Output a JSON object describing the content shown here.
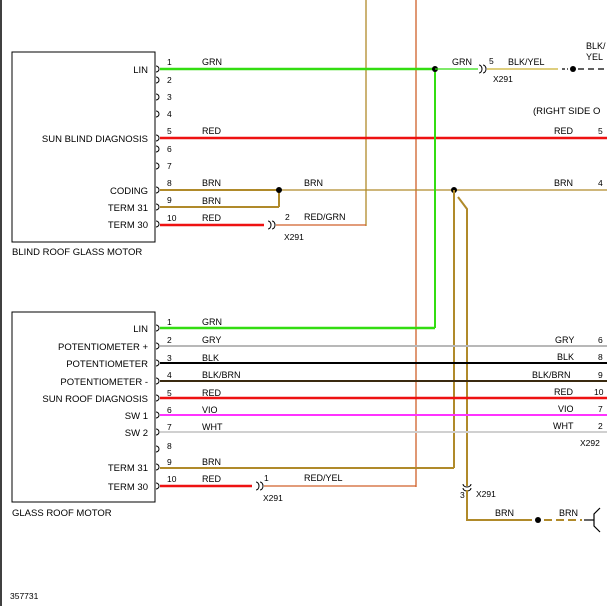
{
  "colors": {
    "GRN": "#33dd11",
    "RED": "#ee1111",
    "BRN": "#b08a2a",
    "GRY": "#b8b8b8",
    "BLK": "#000000",
    "BLKBRN": "#3a2a10",
    "VIO": "#ff33ff",
    "WHT": "#d0d0d0",
    "REDORG": "#d0602a",
    "BLKYEL": "#c9b030"
  },
  "figure_id": "357731",
  "blind_motor": {
    "title": "BLIND ROOF GLASS MOTOR",
    "pins": [
      {
        "num": "1",
        "label": "LIN",
        "wire": "GRN"
      },
      {
        "num": "2",
        "label": "",
        "wire": ""
      },
      {
        "num": "3",
        "label": "",
        "wire": ""
      },
      {
        "num": "4",
        "label": "",
        "wire": ""
      },
      {
        "num": "5",
        "label": "SUN BLIND DIAGNOSIS",
        "wire": "RED"
      },
      {
        "num": "6",
        "label": "",
        "wire": ""
      },
      {
        "num": "7",
        "label": "",
        "wire": ""
      },
      {
        "num": "8",
        "label": "CODING",
        "wire": "BRN"
      },
      {
        "num": "9",
        "label": "TERM 31",
        "wire": "BRN"
      },
      {
        "num": "10",
        "label": "TERM 30",
        "wire": "RED"
      }
    ]
  },
  "glass_motor": {
    "title": "GLASS ROOF MOTOR",
    "pins": [
      {
        "num": "1",
        "label": "LIN",
        "wire": "GRN"
      },
      {
        "num": "2",
        "label": "POTENTIOMETER +",
        "wire": "GRY"
      },
      {
        "num": "3",
        "label": "POTENTIOMETER",
        "wire": "BLK"
      },
      {
        "num": "4",
        "label": "POTENTIOMETER -",
        "wire": "BLK/BRN"
      },
      {
        "num": "5",
        "label": "SUN ROOF DIAGNOSIS",
        "wire": "RED"
      },
      {
        "num": "6",
        "label": "SW 1",
        "wire": "VIO"
      },
      {
        "num": "7",
        "label": "SW 2",
        "wire": "WHT"
      },
      {
        "num": "8",
        "label": "",
        "wire": ""
      },
      {
        "num": "9",
        "label": "TERM 31",
        "wire": "BRN"
      },
      {
        "num": "10",
        "label": "TERM 30",
        "wire": "RED"
      }
    ]
  },
  "right_top": {
    "grn_wire": "GRN",
    "grn_pin": "5",
    "connector_a": "X291",
    "blkyel_wire": "BLK/YEL",
    "blk_fragment": "BLK/",
    "yel_fragment": "YEL",
    "side_note": "(RIGHT SIDE O",
    "red_wire": "RED",
    "red_pin": "5",
    "brn_mid_wire": "BRN",
    "brn_wire": "BRN",
    "brn_pin": "4"
  },
  "blind_extras": {
    "brn_join": "BRN",
    "term30_pin": "2",
    "term30_wire": "RED/GRN",
    "term30_conn": "X291"
  },
  "glass_right": {
    "wires": [
      {
        "name": "GRY",
        "pin": "6"
      },
      {
        "name": "BLK",
        "pin": "8"
      },
      {
        "name": "BLK/BRN",
        "pin": "9"
      },
      {
        "name": "RED",
        "pin": "10"
      },
      {
        "name": "VIO",
        "pin": "7"
      },
      {
        "name": "WHT",
        "pin": "2"
      }
    ],
    "connector": "X292"
  },
  "glass_extras": {
    "term30_pin": "1",
    "term30_wire": "RED/YEL",
    "term30_conn": "X291",
    "ground_pin": "3",
    "ground_conn": "X291",
    "ground_wire_a": "BRN",
    "ground_wire_b": "BRN"
  }
}
